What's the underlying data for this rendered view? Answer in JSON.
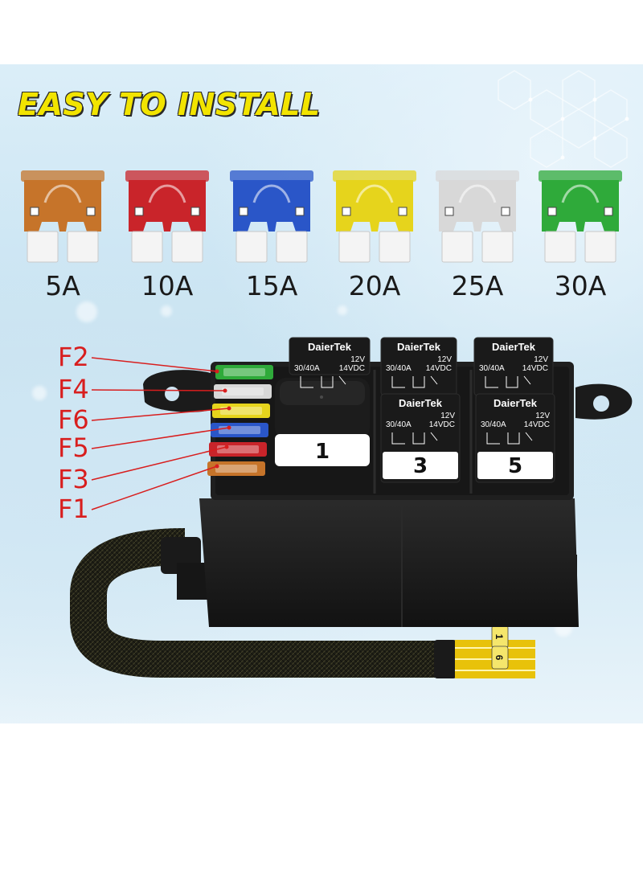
{
  "headline": "EASY TO INSTALL",
  "colors": {
    "headline": "#f2e400",
    "callout": "#d81e1e",
    "fuse_5a": "#c6742a",
    "fuse_10a": "#c9242a",
    "fuse_15a": "#2a56c8",
    "fuse_20a": "#e6d41c",
    "fuse_25a": "#d8d8d8",
    "fuse_30a": "#2faa3a"
  },
  "fuses": [
    {
      "label": "5A",
      "color": "#c6742a"
    },
    {
      "label": "10A",
      "color": "#c9242a"
    },
    {
      "label": "15A",
      "color": "#2a56c8"
    },
    {
      "label": "20A",
      "color": "#e6d41c"
    },
    {
      "label": "25A",
      "color": "#d8d8d8"
    },
    {
      "label": "30A",
      "color": "#2faa3a"
    }
  ],
  "callouts": [
    "F2",
    "F4",
    "F6",
    "F5",
    "F3",
    "F1"
  ],
  "relay_box": {
    "relays": [
      {
        "brand": "DaierTek",
        "spec_top": "12V",
        "spec_left": "30/40A",
        "spec_right": "14VDC",
        "number": "1"
      },
      {
        "brand": "DaierTek",
        "spec_top": "12V",
        "spec_left": "30/40A",
        "spec_right": "14VDC",
        "number": "3"
      },
      {
        "brand": "DaierTek",
        "spec_top": "12V",
        "spec_left": "30/40A",
        "spec_right": "14VDC",
        "number": "5"
      },
      {
        "brand": "DaierTek",
        "spec_top": "12V",
        "spec_left": "30/40A",
        "spec_right": "14VDC",
        "number": ""
      },
      {
        "brand": "DaierTek",
        "spec_top": "12V",
        "spec_left": "30/40A",
        "spec_right": "14VDC",
        "number": ""
      }
    ],
    "wire_labels": [
      "1",
      "6"
    ]
  }
}
